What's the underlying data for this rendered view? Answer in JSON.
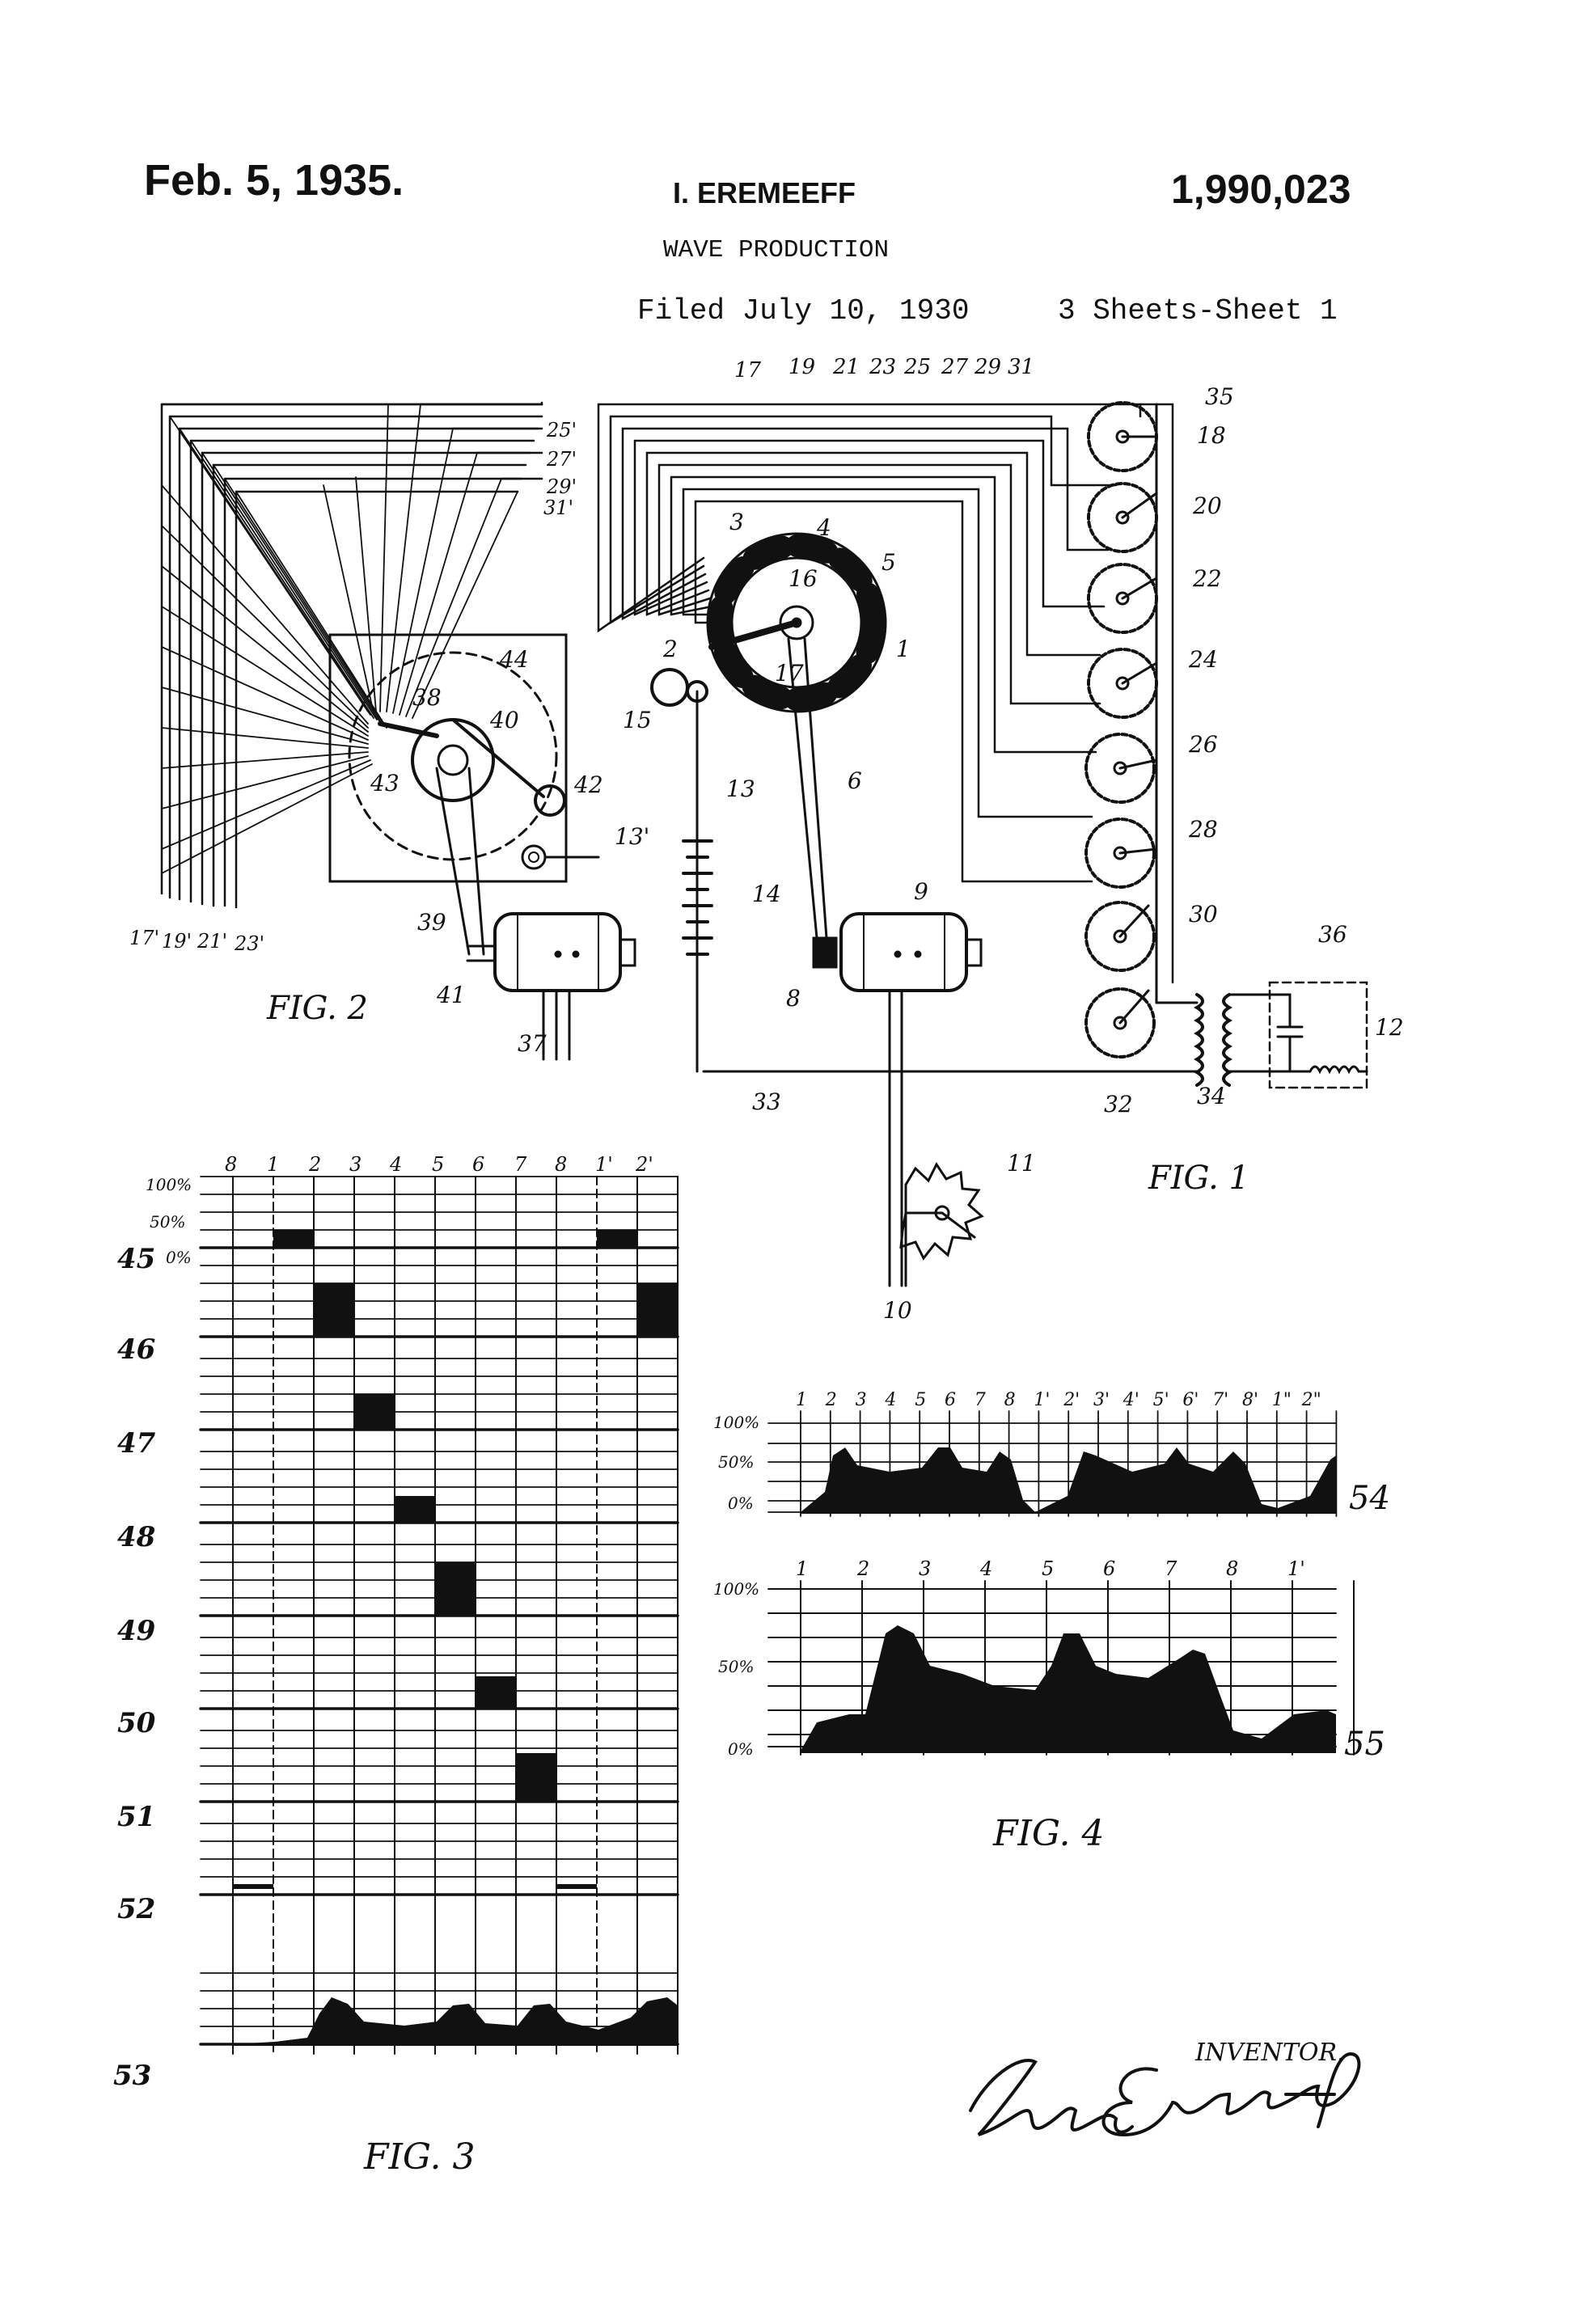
{
  "header": {
    "date": "Feb. 5, 1935.",
    "inventor_name": "I. EREMEEFF",
    "patent_number": "1,990,023",
    "title": "WAVE PRODUCTION",
    "filed": "Filed July 10, 1930",
    "sheets": "3 Sheets-Sheet 1"
  },
  "figures": {
    "fig1": "FIG. 1",
    "fig2": "FIG. 2",
    "fig3": "FIG. 3",
    "fig4": "FIG. 4"
  },
  "fig1_labels": {
    "top_leads": [
      "17",
      "19",
      "21",
      "23",
      "25",
      "27",
      "29",
      "31"
    ],
    "distributor": [
      "3",
      "4",
      "5",
      "1",
      "16",
      "2",
      "17",
      "15",
      "6",
      "13",
      "14",
      "9",
      "8"
    ],
    "discs": [
      "18",
      "20",
      "22",
      "24",
      "26",
      "28",
      "30",
      "32"
    ],
    "output": [
      "35",
      "36",
      "12",
      "34",
      "33",
      "11",
      "10"
    ]
  },
  "fig2_labels": {
    "top_right": [
      "25'",
      "27'",
      "29'",
      "31'"
    ],
    "bottom_left": [
      "17'",
      "19'",
      "21'",
      "23'"
    ],
    "parts": [
      "44",
      "38",
      "40",
      "43",
      "42",
      "13'",
      "39",
      "41",
      "37"
    ]
  },
  "fig3": {
    "column_labels": [
      "8",
      "1",
      "2",
      "3",
      "4",
      "5",
      "6",
      "7",
      "8",
      "1'",
      "2'"
    ],
    "scale_labels": [
      "100%",
      "50%",
      "0%"
    ],
    "row_labels": [
      "45",
      "46",
      "47",
      "48",
      "49",
      "50",
      "51",
      "52",
      "53"
    ]
  },
  "fig4": {
    "top_columns": [
      "1",
      "2",
      "3",
      "4",
      "5",
      "6",
      "7",
      "8",
      "1'",
      "2'",
      "3'",
      "4'",
      "5'",
      "6'",
      "7'",
      "8'",
      "1\"",
      "2\""
    ],
    "bottom_columns": [
      "1",
      "2",
      "3",
      "4",
      "5",
      "6",
      "7",
      "8",
      "1'"
    ],
    "scale_labels": [
      "100%",
      "50%",
      "0%"
    ],
    "curve_labels": [
      "54",
      "55"
    ]
  },
  "signature": {
    "role": "INVENTOR.",
    "name": "Ivan Eremeeff"
  }
}
